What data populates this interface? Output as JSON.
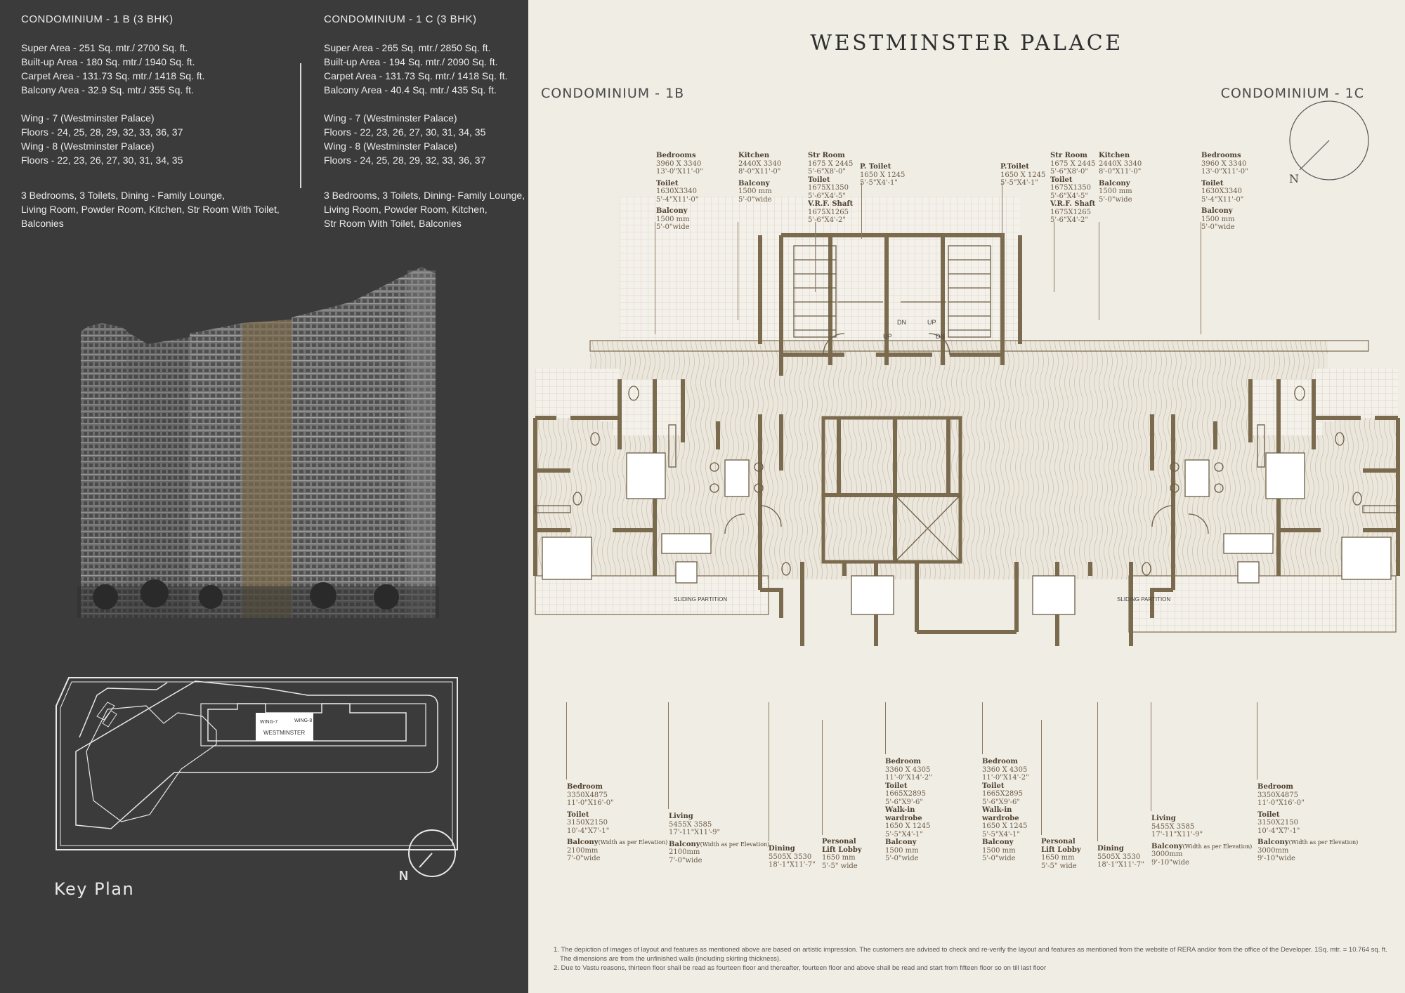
{
  "units": [
    {
      "title": "CONDOMINIUM - 1 B (3 BHK)",
      "areas": [
        "Super Area - 251 Sq. mtr./ 2700 Sq. ft.",
        "Built-up Area - 180 Sq. mtr./ 1940 Sq. ft.",
        "Carpet Area -  131.73 Sq. mtr./ 1418 Sq. ft.",
        "Balcony Area - 32.9 Sq. mtr./ 355 Sq. ft."
      ],
      "wings": [
        "Wing - 7 (Westminster Palace)",
        "Floors - 24, 25, 28, 29, 32, 33, 36, 37",
        "Wing - 8 (Westminster Palace)",
        "Floors - 22, 23, 26, 27, 30, 31, 34, 35"
      ],
      "features": [
        "3 Bedrooms, 3 Toilets, Dining - Family Lounge,",
        "Living Room, Powder Room, Kitchen, Str Room With Toilet,",
        "Balconies"
      ]
    },
    {
      "title": "CONDOMINIUM - 1 C (3 BHK)",
      "areas": [
        "Super Area - 265 Sq. mtr./ 2850 Sq. ft.",
        "Built-up Area - 194 Sq. mtr./ 2090 Sq. ft.",
        "Carpet Area -  131.73 Sq. mtr./ 1418 Sq. ft.",
        "Balcony Area - 40.4 Sq. mtr./ 435 Sq. ft."
      ],
      "wings": [
        "Wing - 7 (Westminster Palace)",
        "Floors - 22, 23, 26, 27, 30, 31, 34, 35",
        "Wing - 8 (Westminster Palace)",
        "Floors - 24, 25, 28, 29, 32, 33, 36, 37"
      ],
      "features": [
        "3 Bedrooms, 3 Toilets, Dining- Family Lounge,",
        "Living Room, Powder Room, Kitchen,",
        "Str Room With Toilet, Balconies"
      ]
    }
  ],
  "key_plan": {
    "title": "Key Plan",
    "north": "N",
    "labels": [
      "WING-7",
      "WING-8",
      "WESTMINSTER"
    ]
  },
  "plan": {
    "title": "WESTMINSTER PALACE",
    "left_label": "CONDOMINIUM - 1B",
    "right_label": "CONDOMINIUM - 1C",
    "north": "N",
    "stair_labels": [
      "DN",
      "UP",
      "UP",
      "DN"
    ],
    "partition_label": "SLIDING    PARTITION",
    "callouts_top": [
      {
        "lines": [
          [
            "Bedrooms",
            "k"
          ],
          [
            "3960 X 3340",
            ""
          ],
          [
            "13'-0\"X11'-0\"",
            ""
          ],
          [
            "",
            ""
          ],
          [
            "Toilet",
            "k"
          ],
          [
            "1630X3340",
            ""
          ],
          [
            "5'-4\"X11'-0\"",
            ""
          ],
          [
            "",
            ""
          ],
          [
            "Balcony",
            "k"
          ],
          [
            "1500 mm",
            ""
          ],
          [
            "5'-0\"wide",
            ""
          ]
        ]
      },
      {
        "lines": [
          [
            "Kitchen",
            "k"
          ],
          [
            "2440X 3340",
            ""
          ],
          [
            "8'-0\"X11'-0\"",
            ""
          ],
          [
            "",
            ""
          ],
          [
            "Balcony",
            "k"
          ],
          [
            "1500 mm",
            ""
          ],
          [
            "5'-0\"wide",
            ""
          ]
        ]
      },
      {
        "lines": [
          [
            "Str Room",
            "k"
          ],
          [
            "1675 X 2445",
            ""
          ],
          [
            "5'-6\"X8'-0\"",
            ""
          ],
          [
            "Toilet",
            "k"
          ],
          [
            "1675X1350",
            ""
          ],
          [
            "5'-6\"X4'-5\"",
            ""
          ],
          [
            "V.R.F. Shaft",
            "k"
          ],
          [
            "1675X1265",
            ""
          ],
          [
            "5'-6\"X4'-2\"",
            ""
          ]
        ]
      },
      {
        "lines": [
          [
            "P. Toilet",
            "k"
          ],
          [
            "1650 X 1245",
            ""
          ],
          [
            "5'-5\"X4'-1\"",
            ""
          ]
        ]
      },
      {
        "lines": [
          [
            "P.Toilet",
            "k"
          ],
          [
            "1650 X 1245",
            ""
          ],
          [
            "5'-5\"X4'-1\"",
            ""
          ]
        ]
      },
      {
        "lines": [
          [
            "Str Room",
            "k"
          ],
          [
            "1675 X 2445",
            ""
          ],
          [
            "5'-6\"X8'-0\"",
            ""
          ],
          [
            "Toilet",
            "k"
          ],
          [
            "1675X1350",
            ""
          ],
          [
            "5'-6\"X4'-5\"",
            ""
          ],
          [
            "V.R.F. Shaft",
            "k"
          ],
          [
            "1675X1265",
            ""
          ],
          [
            "5'-6\"X4'-2\"",
            ""
          ]
        ]
      },
      {
        "lines": [
          [
            "Kitchen",
            "k"
          ],
          [
            "2440X 3340",
            ""
          ],
          [
            "8'-0\"X11'-0\"",
            ""
          ],
          [
            "",
            ""
          ],
          [
            "Balcony",
            "k"
          ],
          [
            "1500 mm",
            ""
          ],
          [
            "5'-0\"wide",
            ""
          ]
        ]
      },
      {
        "lines": [
          [
            "Bedrooms",
            "k"
          ],
          [
            "3960 X 3340",
            ""
          ],
          [
            "13'-0\"X11'-0\"",
            ""
          ],
          [
            "",
            ""
          ],
          [
            "Toilet",
            "k"
          ],
          [
            "1630X3340",
            ""
          ],
          [
            "5'-4\"X11'-0\"",
            ""
          ],
          [
            "",
            ""
          ],
          [
            "Balcony",
            "k"
          ],
          [
            "1500 mm",
            ""
          ],
          [
            "5'-0\"wide",
            ""
          ]
        ]
      }
    ],
    "callouts_bottom": [
      {
        "lines": [
          [
            "Bedroom",
            "k"
          ],
          [
            "3350X4875",
            ""
          ],
          [
            "11'-0\"X16'-0\"",
            ""
          ],
          [
            "",
            ""
          ],
          [
            "Toilet",
            "k"
          ],
          [
            "3150X2150",
            ""
          ],
          [
            "10'-4\"X7'-1\"",
            ""
          ],
          [
            "",
            ""
          ],
          [
            "Balcony",
            "k",
            "(Width as per Elevation)"
          ],
          [
            "2100mm",
            ""
          ],
          [
            "7'-0\"wide",
            ""
          ]
        ]
      },
      {
        "lines": [
          [
            "Living",
            "k"
          ],
          [
            "5455X 3585",
            ""
          ],
          [
            "17'-11\"X11'-9\"",
            ""
          ],
          [
            "",
            ""
          ],
          [
            "Balcony",
            "k",
            "(Width as per Elevation)"
          ],
          [
            "2100mm",
            ""
          ],
          [
            "7'-0\"wide",
            ""
          ]
        ]
      },
      {
        "lines": [
          [
            "Dining",
            "k"
          ],
          [
            "5505X 3530",
            ""
          ],
          [
            "18'-1\"X11'-7\"",
            ""
          ]
        ]
      },
      {
        "lines": [
          [
            "Personal",
            "k"
          ],
          [
            "Lift Lobby",
            "k"
          ],
          [
            "1650 mm",
            ""
          ],
          [
            "5'-5\" wide",
            ""
          ]
        ]
      },
      {
        "lines": [
          [
            "Bedroom",
            "k"
          ],
          [
            "3360 X 4305",
            ""
          ],
          [
            "11'-0\"X14'-2\"",
            ""
          ],
          [
            "Toilet",
            "k"
          ],
          [
            "1665X2895",
            ""
          ],
          [
            "5'-6\"X9'-6\"",
            ""
          ],
          [
            "Walk-in",
            "k"
          ],
          [
            "wardrobe",
            "k"
          ],
          [
            "1650 X 1245",
            ""
          ],
          [
            "5'-5\"X4'-1\"",
            ""
          ],
          [
            "Balcony",
            "k"
          ],
          [
            "1500 mm",
            ""
          ],
          [
            "5'-0\"wide",
            ""
          ]
        ]
      },
      {
        "lines": [
          [
            "Bedroom",
            "k"
          ],
          [
            "3360 X 4305",
            ""
          ],
          [
            "11'-0\"X14'-2\"",
            ""
          ],
          [
            "Toilet",
            "k"
          ],
          [
            "1665X2895",
            ""
          ],
          [
            "5'-6\"X9'-6\"",
            ""
          ],
          [
            "Walk-in",
            "k"
          ],
          [
            "wardrobe",
            "k"
          ],
          [
            "1650 X 1245",
            ""
          ],
          [
            "5'-5\"X4'-1\"",
            ""
          ],
          [
            "Balcony",
            "k"
          ],
          [
            "1500 mm",
            ""
          ],
          [
            "5'-0\"wide",
            ""
          ]
        ]
      },
      {
        "lines": [
          [
            "Personal",
            "k"
          ],
          [
            "Lift Lobby",
            "k"
          ],
          [
            "1650 mm",
            ""
          ],
          [
            "5'-5\" wide",
            ""
          ]
        ]
      },
      {
        "lines": [
          [
            "Dining",
            "k"
          ],
          [
            "5505X 3530",
            ""
          ],
          [
            "18'-1\"X11'-7\"",
            ""
          ]
        ]
      },
      {
        "lines": [
          [
            "Living",
            "k"
          ],
          [
            "5455X 3585",
            ""
          ],
          [
            "17'-11\"X11'-9\"",
            ""
          ],
          [
            "",
            ""
          ],
          [
            "Balcony",
            "k",
            "(Width as per Elevation)"
          ],
          [
            "3000mm",
            ""
          ],
          [
            "9'-10\"wide",
            ""
          ]
        ]
      },
      {
        "lines": [
          [
            "Bedroom",
            "k"
          ],
          [
            "3350X4875",
            ""
          ],
          [
            "11'-0\"X16'-0\"",
            ""
          ],
          [
            "",
            ""
          ],
          [
            "Toilet",
            "k"
          ],
          [
            "3150X2150",
            ""
          ],
          [
            "10'-4\"X7'-1\"",
            ""
          ],
          [
            "",
            ""
          ],
          [
            "Balcony",
            "k",
            "(Width as per Elevation)"
          ],
          [
            "3000mm",
            ""
          ],
          [
            "9'-10\"wide",
            ""
          ]
        ]
      }
    ]
  },
  "notes": [
    "1. The depiction of images of layout and features as mentioned above are based on artistic impression. The customers are advised to check and re-verify the layout and features as mentioned from the website of RERA and/or from the office of the Developer. 1Sq. mtr. = 10.764 sq. ft.",
    "The dimensions are from the unfinished walls (including skirting thickness).",
    "2. Due to Vastu reasons, thirteen floor shall be read as fourteen floor and thereafter, fourteen floor and above shall be read and start from fifteen floor so on till last floor"
  ],
  "colors": {
    "panel": "#3b3b3b",
    "paper": "#f0ede5",
    "wall": "#7a6a4e",
    "highlight": "#8a744c"
  }
}
